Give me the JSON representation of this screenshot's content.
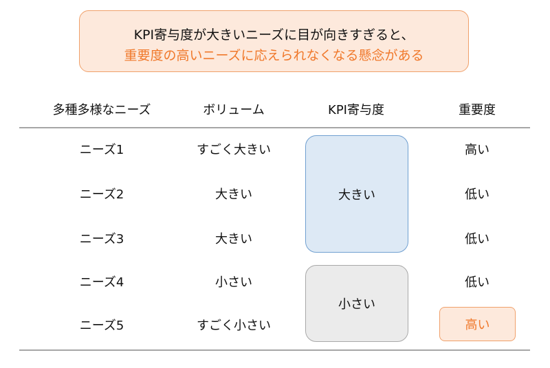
{
  "callout": {
    "line1": "KPI寄与度が大きいニーズに目が向きすぎると、",
    "line2": "重要度の高いニーズに応えられなくなる懸念がある"
  },
  "headers": {
    "needs": "多種多様なニーズ",
    "volume": "ボリューム",
    "kpi": "KPI寄与度",
    "importance": "重要度"
  },
  "rows": [
    {
      "need": "ニーズ1",
      "volume": "すごく大きい",
      "importance": "高い"
    },
    {
      "need": "ニーズ2",
      "volume": "大きい",
      "importance": "低い"
    },
    {
      "need": "ニーズ3",
      "volume": "大きい",
      "importance": "低い"
    },
    {
      "need": "ニーズ4",
      "volume": "小さい",
      "importance": "低い"
    },
    {
      "need": "ニーズ5",
      "volume": "すごく小さい",
      "importance": "高い"
    }
  ],
  "kpi_groups": {
    "large": "大きい",
    "small": "小さい"
  },
  "colors": {
    "accent_orange": "#f0782a",
    "callout_fill": "#fde9dc",
    "large_group_fill": "#dde9f5",
    "small_group_fill": "#ebebeb"
  }
}
